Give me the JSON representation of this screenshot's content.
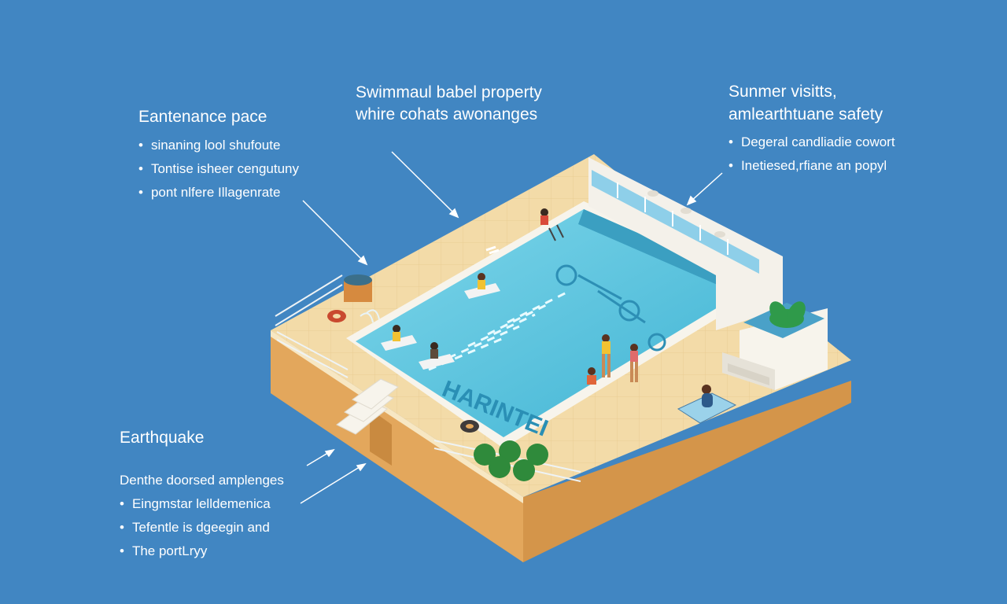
{
  "callouts": {
    "top_left": {
      "title": "Eantenance pace",
      "bullets": [
        "sinaning lool shufoute",
        "Tontise isheer cengutuny",
        "pont nlfere Illagenrate"
      ]
    },
    "top_center": {
      "title_line1": "Swimmaul babel property",
      "title_line2": "whire cohats awonanges"
    },
    "top_right": {
      "title_line1": "Sunmer visitts,",
      "title_line2": "amlearthtuane safety",
      "bullets": [
        "Degeral candliadie cowort",
        "Inetiesed,rfiane an popyl"
      ]
    },
    "bottom_left": {
      "title": "Earthquake",
      "subtitle": "Denthe doorsed amplenges",
      "bullets": [
        "Eingmstar lelldemenica",
        "Tefentle is dgeegin and",
        "The portLryy"
      ]
    }
  },
  "pool_floor_text": "HARINTEI",
  "colors": {
    "background": "#4186c2",
    "deck": "#f3dba8",
    "foundation": "#e3a75c",
    "water": "#57c3dd",
    "coping": "#f7f4ec",
    "text": "#ffffff"
  },
  "icons": [
    "plant-icon",
    "bush-icon",
    "swim-ring-icon",
    "towel-icon",
    "ladder-icon",
    "planter-icon"
  ]
}
